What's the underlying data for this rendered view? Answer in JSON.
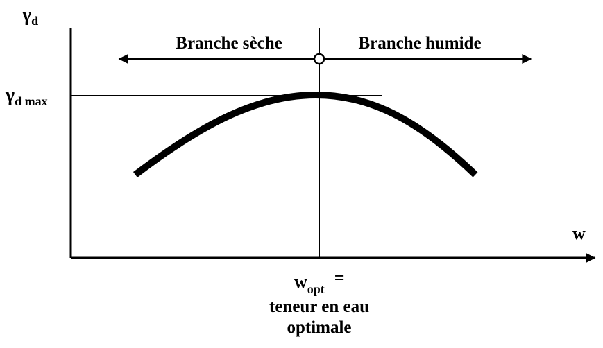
{
  "axes": {
    "y_label_symbol": "γ",
    "y_label_sub": "d",
    "x_label": "w"
  },
  "ymax_label": {
    "symbol": "γ",
    "sub": "d max"
  },
  "branches": {
    "left": "Branche sèche",
    "right": "Branche humide"
  },
  "optimum": {
    "symbol": "w",
    "sub": "opt",
    "equals": "=",
    "line1": "teneur en eau",
    "line2": "optimale"
  },
  "colors": {
    "ink": "#000000",
    "background": "#ffffff"
  }
}
